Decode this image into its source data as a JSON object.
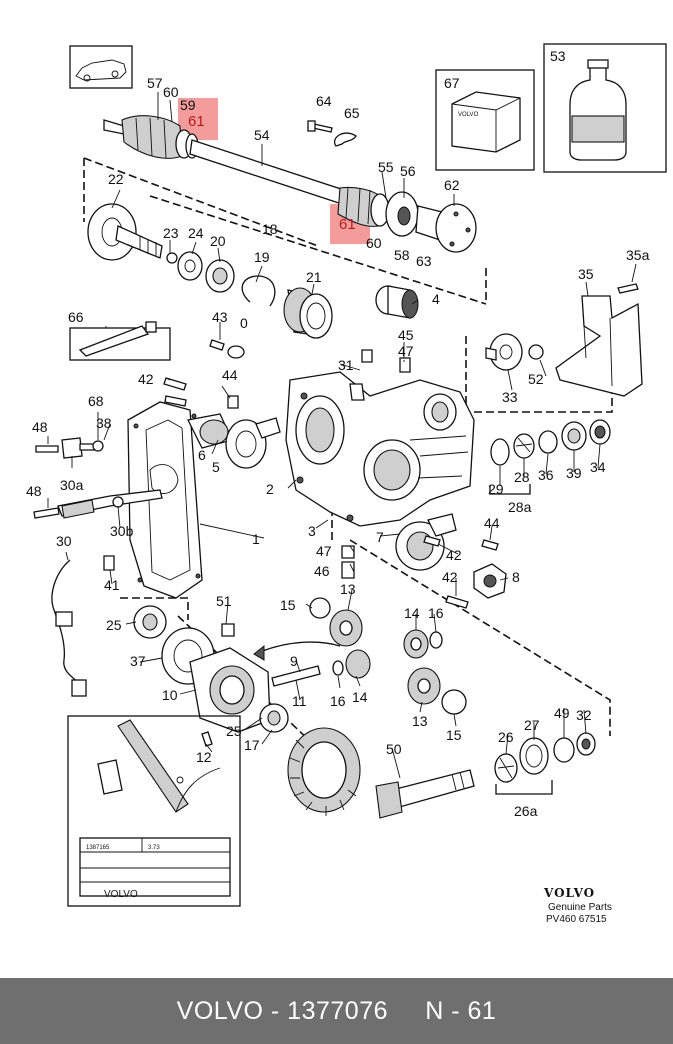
{
  "colors": {
    "highlight": "#f28b8b",
    "footer_bg": "#6f6f6f",
    "footer_text": "#ffffff",
    "line": "#111111"
  },
  "highlight_labels": [
    "61",
    "61"
  ],
  "part_labels": [
    "57",
    "60",
    "59",
    "61",
    "64",
    "65",
    "54",
    "55",
    "56",
    "62",
    "22",
    "18",
    "61",
    "60",
    "58",
    "63",
    "67",
    "53",
    "23",
    "24",
    "20",
    "19",
    "21",
    "4",
    "35a",
    "35",
    "66",
    "43",
    "0",
    "31",
    "45",
    "47",
    "42",
    "44",
    "52",
    "33",
    "48",
    "68",
    "38",
    "6",
    "5",
    "30a",
    "2",
    "29",
    "28",
    "36",
    "39",
    "34",
    "28a",
    "48",
    "30b",
    "3",
    "44",
    "1",
    "30",
    "47",
    "7",
    "42",
    "46",
    "13",
    "41",
    "8",
    "42",
    "15",
    "51",
    "14",
    "16",
    "25",
    "37",
    "9",
    "11",
    "16",
    "14",
    "10",
    "25",
    "13",
    "15",
    "12",
    "17",
    "50",
    "26",
    "27",
    "49",
    "32",
    "26a"
  ],
  "brand": {
    "name": "VOLVO",
    "subtitle": "Genuine Parts",
    "code": "PV460 67515"
  },
  "inset": {
    "brand": "VOLVO",
    "code_left": "1387165",
    "code_right": "3.73"
  },
  "footer": {
    "text": "VOLVO - 1377076     N - 61"
  }
}
